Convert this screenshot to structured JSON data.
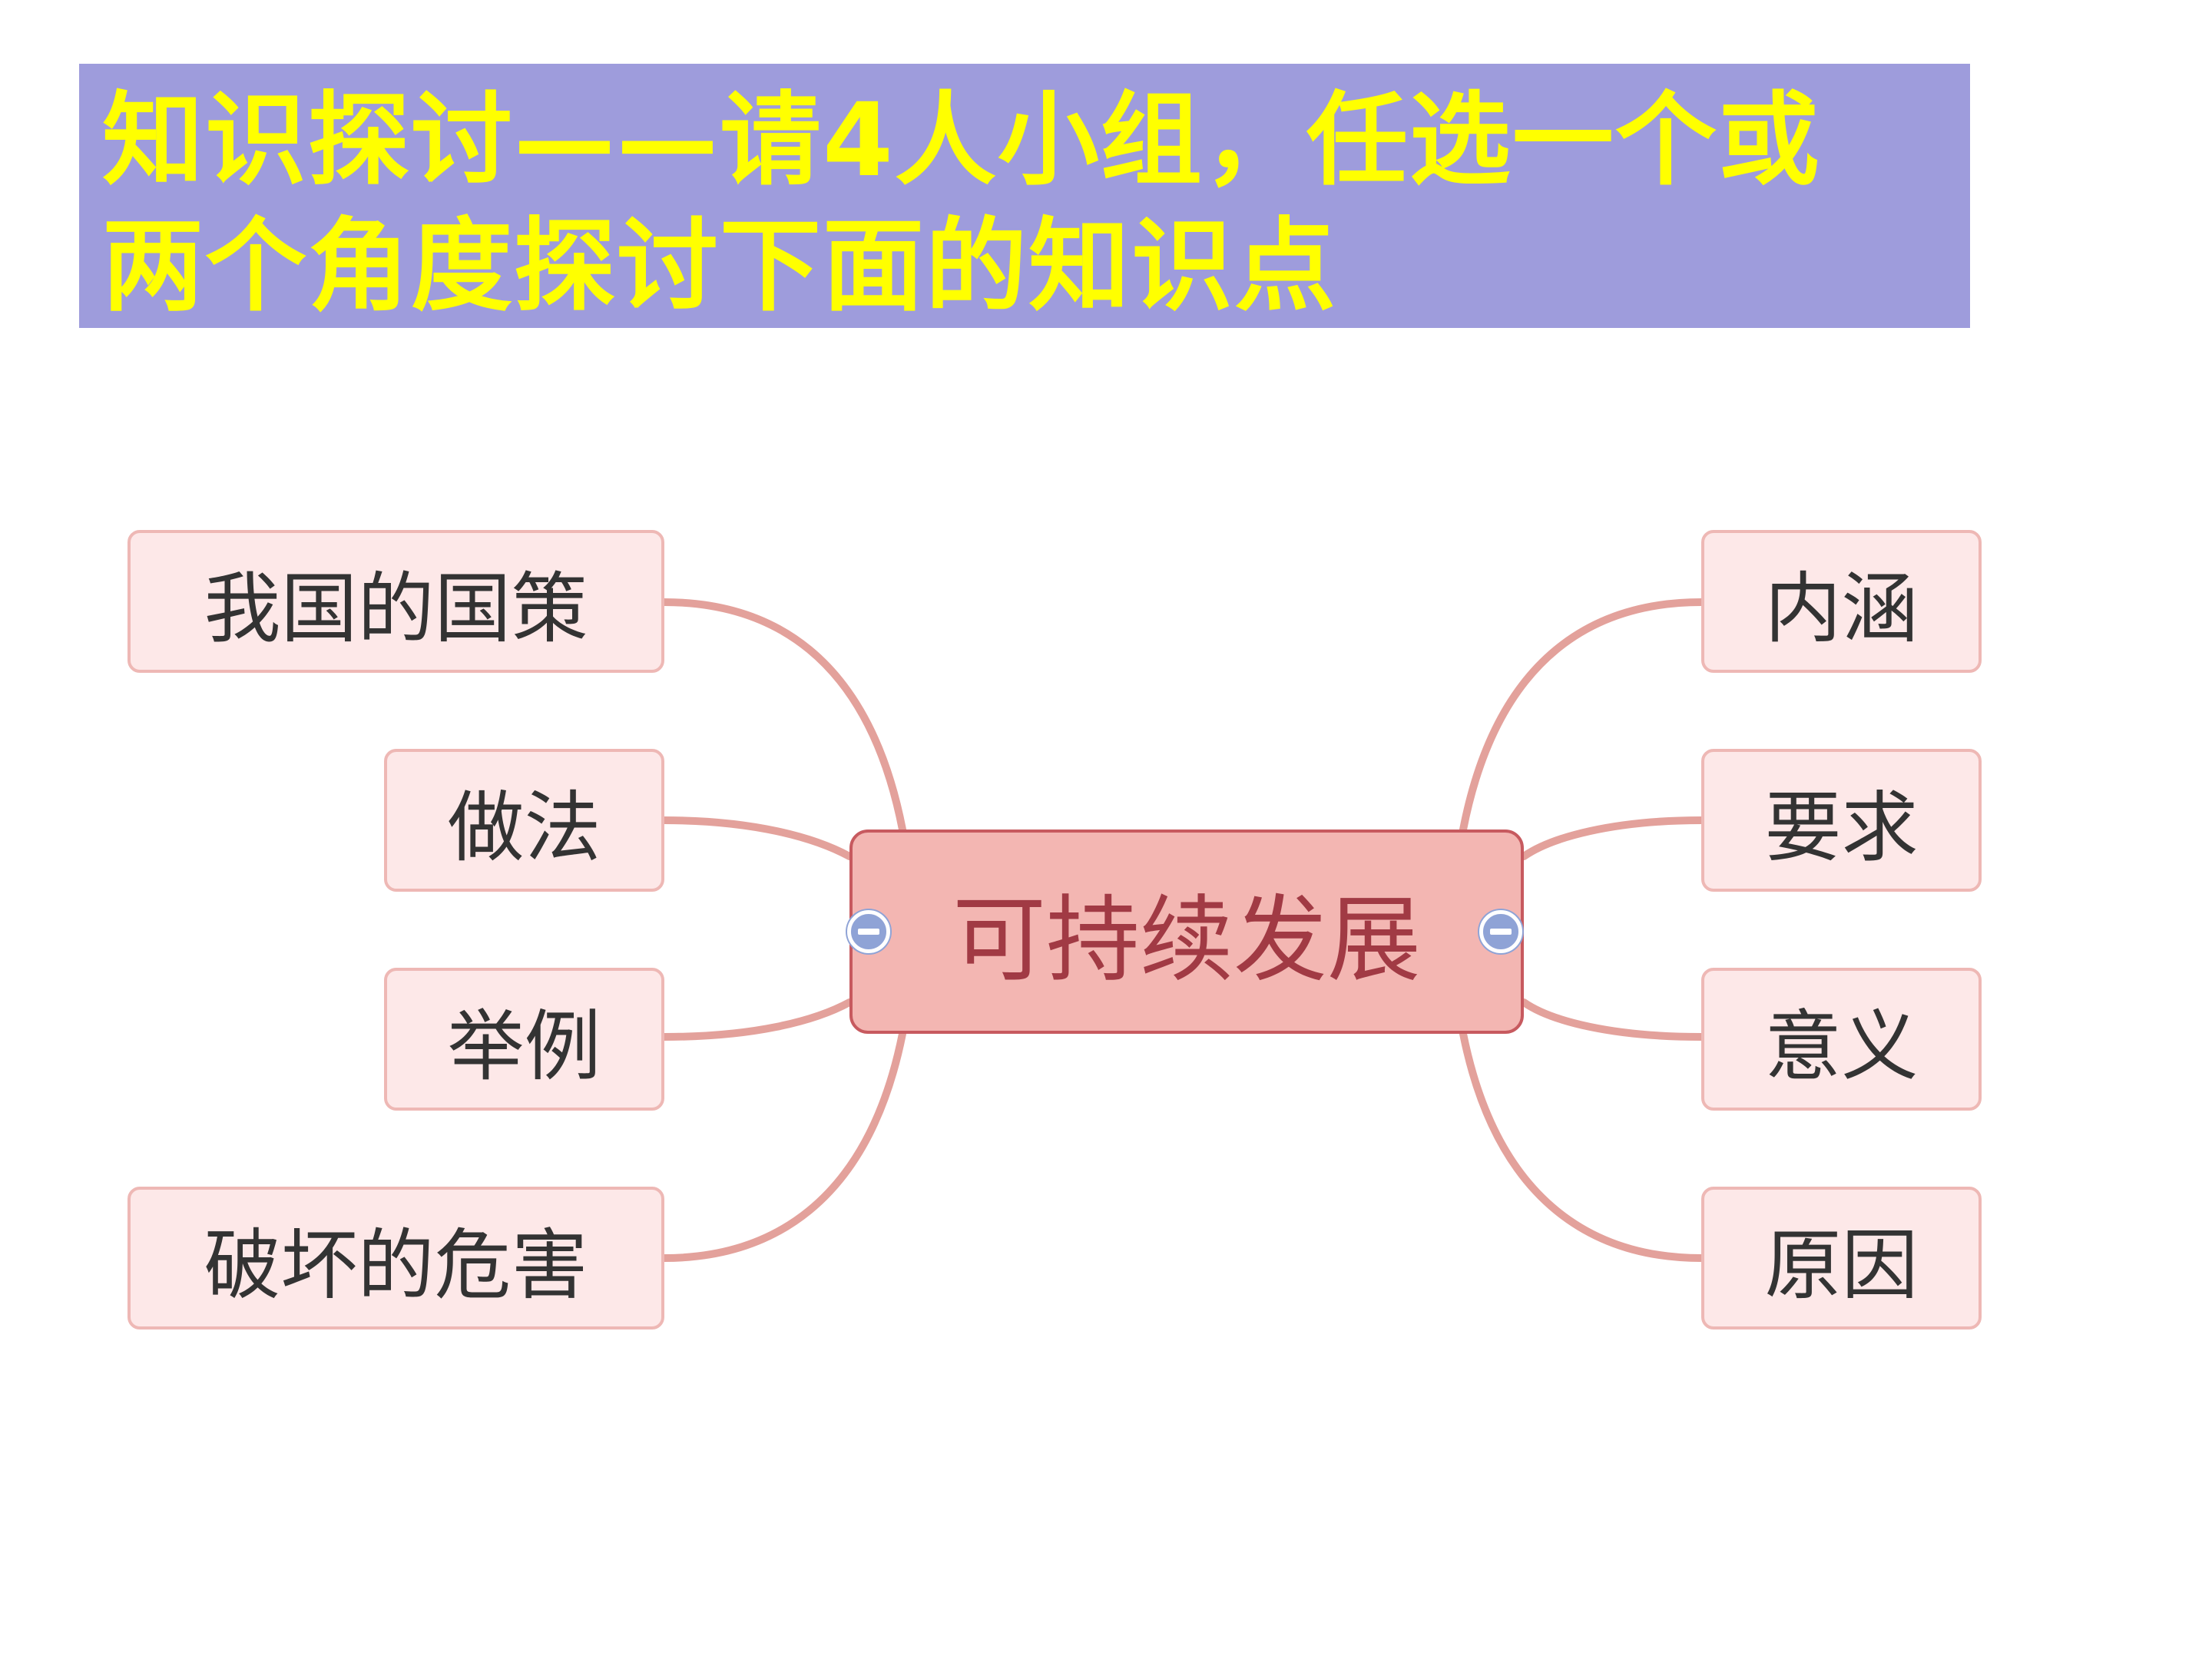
{
  "title": "知识探讨——请4人小组，任选一个或两个角度探讨下面的知识点",
  "mindmap": {
    "central": "可持续发展",
    "left": [
      {
        "label": "我国的国策"
      },
      {
        "label": "做法"
      },
      {
        "label": "举例"
      },
      {
        "label": "破坏的危害"
      }
    ],
    "right": [
      {
        "label": "内涵"
      },
      {
        "label": "要求"
      },
      {
        "label": "意义"
      },
      {
        "label": "原因"
      }
    ],
    "colors": {
      "banner_bg": "#9e9cdc",
      "banner_text": "#ffff00",
      "central_bg": "#f3b6b2",
      "central_border": "#c75a5f",
      "central_text": "#a13a44",
      "node_bg": "#fde8e8",
      "node_border": "#eeb8b5",
      "connector": "#e3a19b",
      "collapse_button": "#8fa3d6"
    },
    "icons": [
      "collapse-left-icon",
      "collapse-right-icon"
    ]
  }
}
